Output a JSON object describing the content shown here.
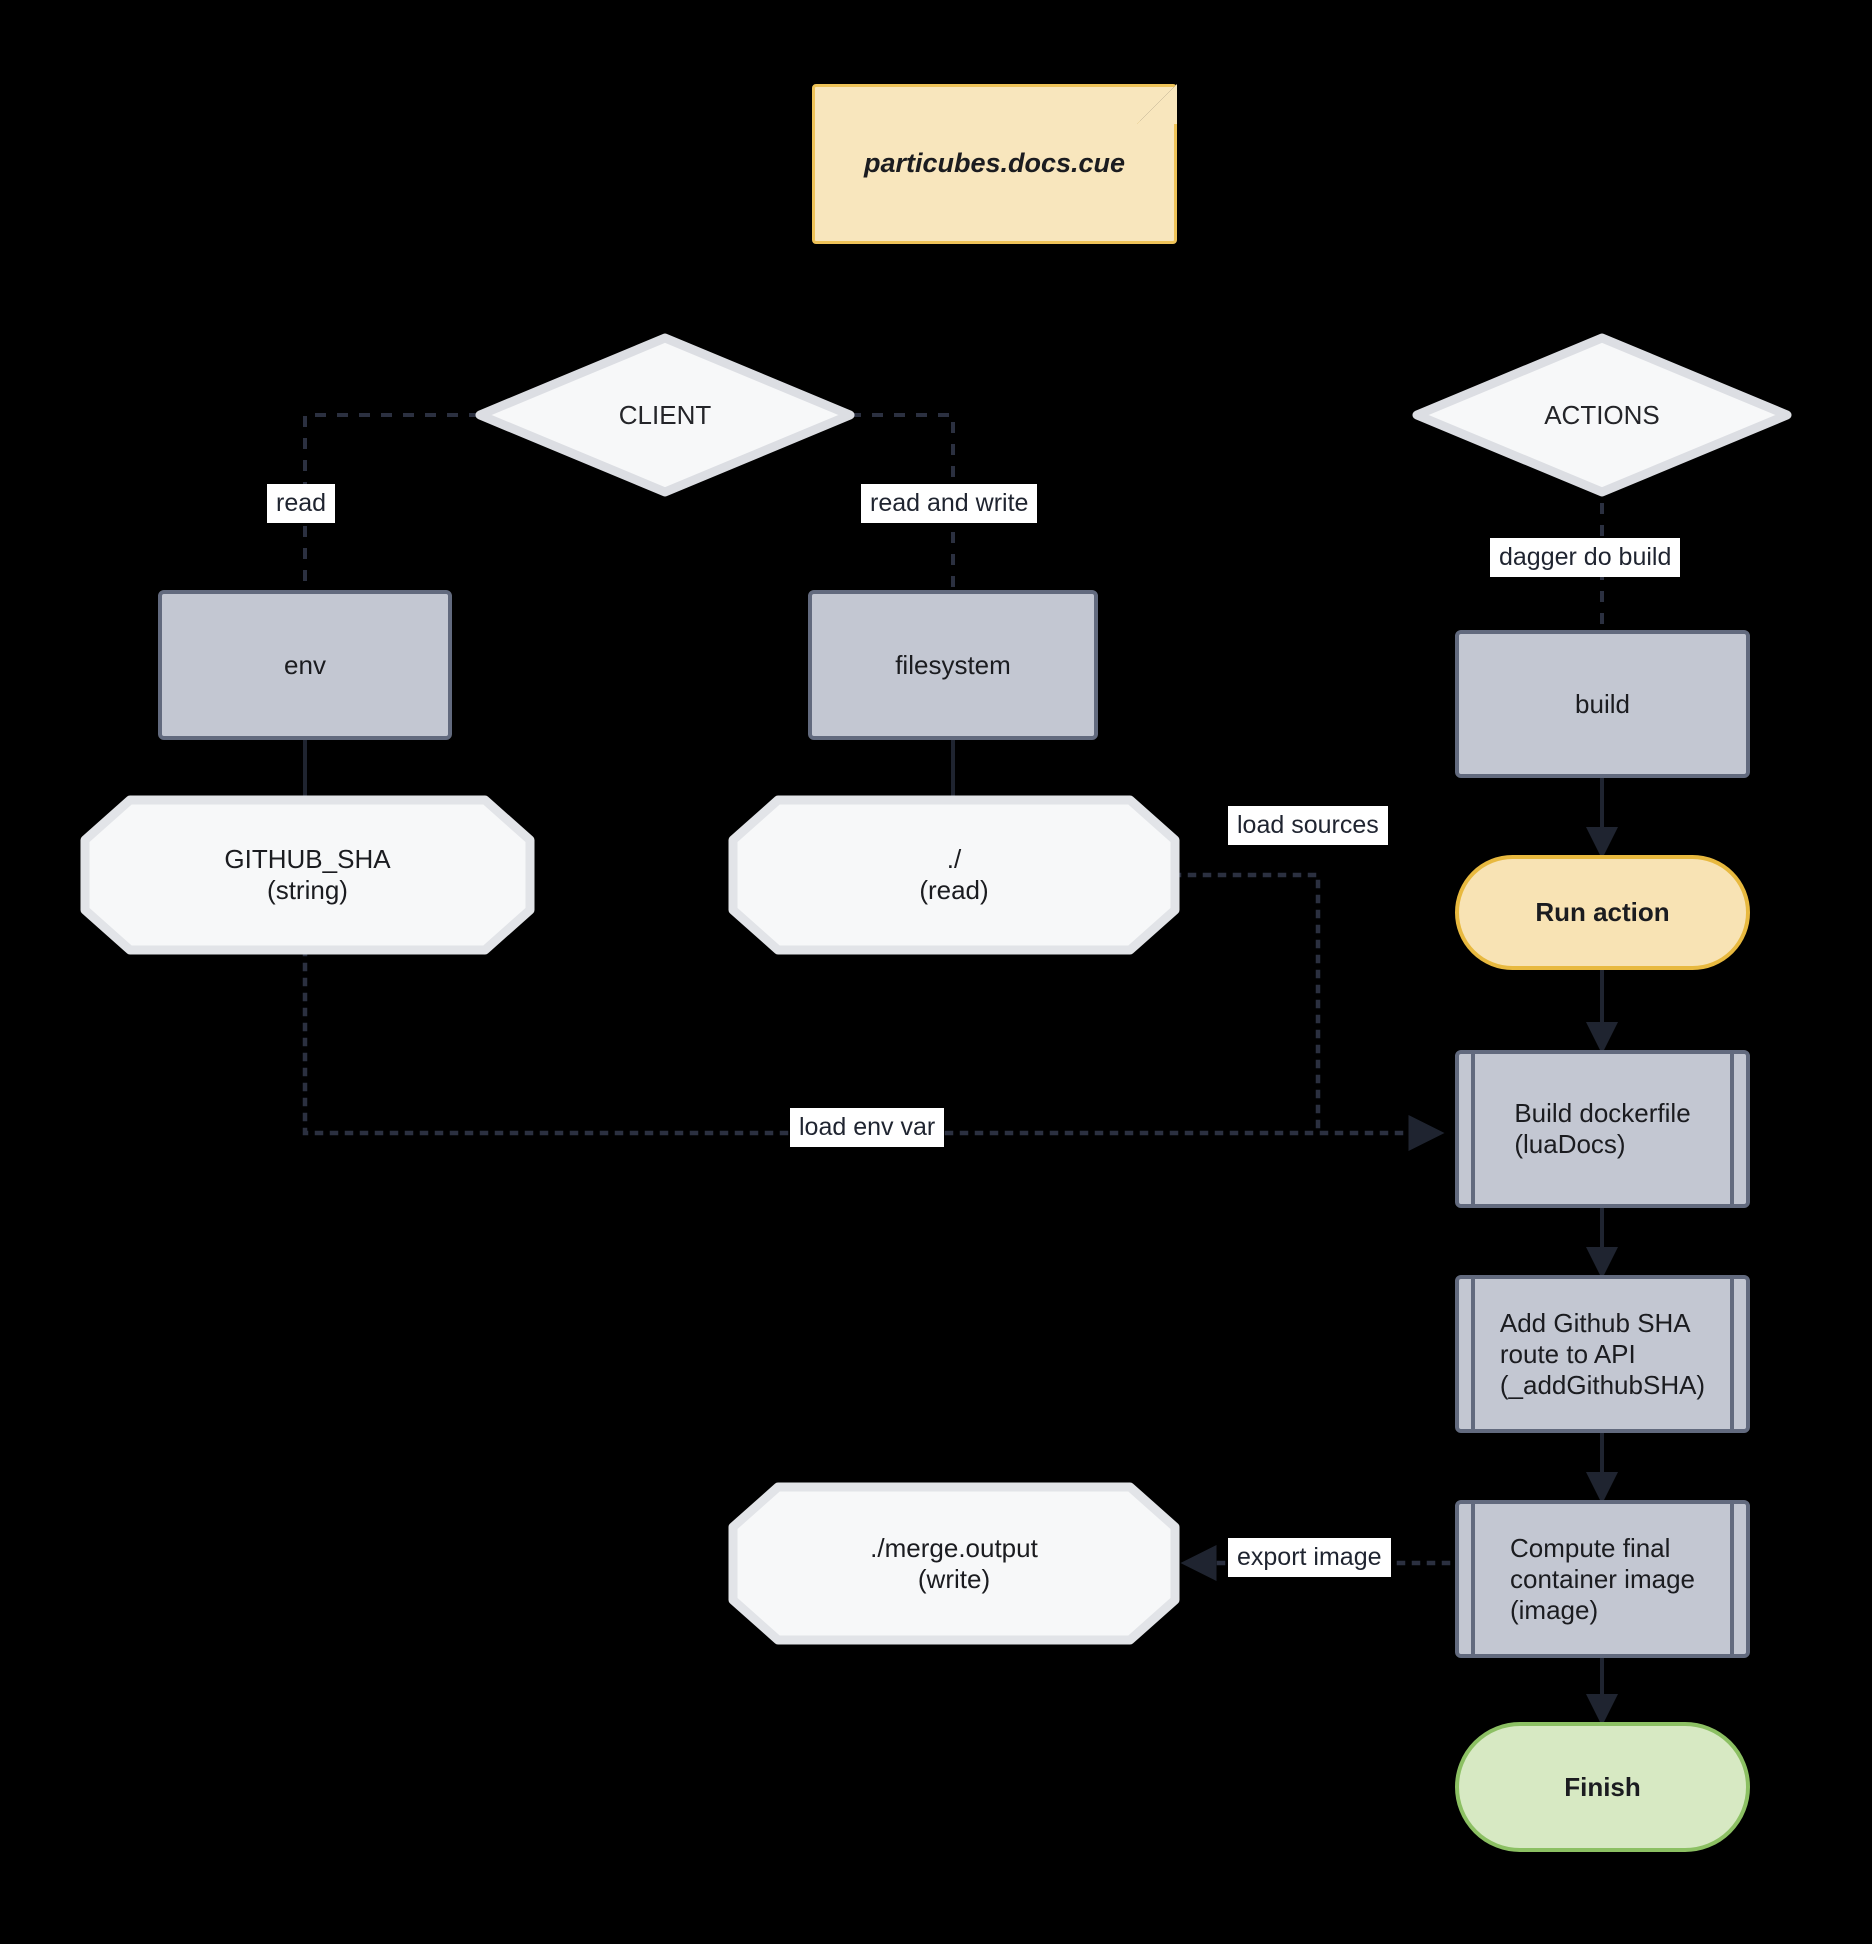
{
  "diagram": {
    "title": "particubes.docs.cue",
    "type": "flowchart",
    "background_color": "#000000",
    "nodes": {
      "note": {
        "label": "particubes.docs.cue",
        "shape": "note",
        "fill": "#f8e6bd",
        "stroke": "#efc358"
      },
      "client": {
        "label": "CLIENT",
        "shape": "diamond",
        "fill": "#f7f8f9",
        "stroke": "#dcdee3"
      },
      "actions": {
        "label": "ACTIONS",
        "shape": "diamond",
        "fill": "#f7f8f9",
        "stroke": "#dcdee3"
      },
      "env": {
        "label": "env",
        "shape": "process",
        "fill": "#c3c7d2",
        "stroke": "#626a7e"
      },
      "filesystem": {
        "label": "filesystem",
        "shape": "process",
        "fill": "#c3c7d2",
        "stroke": "#626a7e"
      },
      "build": {
        "label": "build",
        "shape": "process",
        "fill": "#c3c7d2",
        "stroke": "#626a7e"
      },
      "github_sha": {
        "line1": "GITHUB_SHA",
        "line2": "(string)",
        "shape": "octagon",
        "fill": "#f7f8f9",
        "stroke": "#dcdee3"
      },
      "dot_read": {
        "line1": "./",
        "line2": "(read)",
        "shape": "octagon",
        "fill": "#f7f8f9",
        "stroke": "#dcdee3"
      },
      "merge_output": {
        "line1": "./merge.output",
        "line2": "(write)",
        "shape": "octagon",
        "fill": "#f7f8f9",
        "stroke": "#dcdee3"
      },
      "run_action": {
        "label": "Run action",
        "shape": "pill",
        "fill": "#f8e3b4",
        "stroke": "#e8b93f"
      },
      "build_dockerfile": {
        "line1": "Build dockerfile",
        "line2": "(luaDocs)",
        "shape": "subroutine",
        "fill": "#c3c7d2",
        "stroke": "#626a7e"
      },
      "add_github_sha": {
        "line1": "Add Github SHA",
        "line2": "route to API",
        "line3": "(_addGithubSHA)",
        "shape": "subroutine",
        "fill": "#c3c7d2",
        "stroke": "#626a7e"
      },
      "compute_image": {
        "line1": "Compute final",
        "line2": "container image",
        "line3": "(image)",
        "shape": "subroutine",
        "fill": "#c3c7d2",
        "stroke": "#626a7e"
      },
      "finish": {
        "label": "Finish",
        "shape": "pill",
        "fill": "#d7e9c3",
        "stroke": "#8cc063"
      }
    },
    "edge_labels": {
      "read": "read",
      "read_and_write": "read and write",
      "dagger_do_build": "dagger do build",
      "load_sources": "load sources",
      "load_env_var": "load env var",
      "export_image": "export image"
    },
    "edges": [
      {
        "from": "client",
        "to": "env",
        "label": "read",
        "style": "dashed"
      },
      {
        "from": "client",
        "to": "filesystem",
        "label": "read and write",
        "style": "dashed"
      },
      {
        "from": "actions",
        "to": "build",
        "label": "dagger do build",
        "style": "dashed"
      },
      {
        "from": "env",
        "to": "github_sha",
        "style": "solid"
      },
      {
        "from": "filesystem",
        "to": "dot_read",
        "style": "solid"
      },
      {
        "from": "build",
        "to": "run_action",
        "style": "solid-arrow"
      },
      {
        "from": "dot_read",
        "to": "build_dockerfile",
        "label": "load sources",
        "style": "dotted-arrow"
      },
      {
        "from": "github_sha",
        "to": "build_dockerfile",
        "label": "load env var",
        "style": "dotted-arrow"
      },
      {
        "from": "run_action",
        "to": "build_dockerfile",
        "style": "solid-arrow"
      },
      {
        "from": "build_dockerfile",
        "to": "add_github_sha",
        "style": "solid-arrow"
      },
      {
        "from": "add_github_sha",
        "to": "compute_image",
        "style": "solid-arrow"
      },
      {
        "from": "compute_image",
        "to": "merge_output",
        "label": "export image",
        "style": "dotted-arrow"
      },
      {
        "from": "compute_image",
        "to": "finish",
        "style": "solid-arrow"
      }
    ],
    "colors": {
      "line_dark": "#1f2430",
      "node_gray_fill": "#c3c7d2",
      "node_gray_stroke": "#626a7e",
      "node_white_fill": "#f7f8f9",
      "node_white_stroke": "#dcdee3",
      "accent_yellow": "#f8e3b4",
      "accent_green": "#d7e9c3"
    }
  }
}
